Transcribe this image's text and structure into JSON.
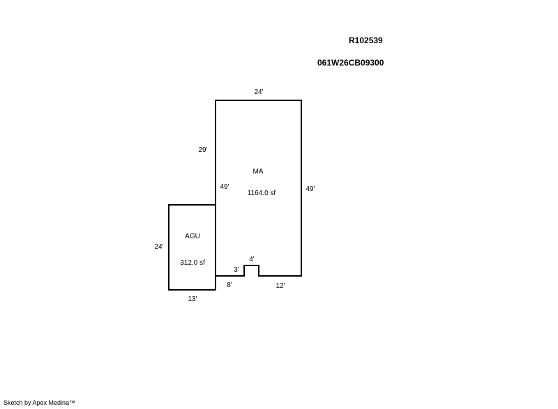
{
  "header": {
    "account_id": "R102539",
    "parcel_id": "061W26CB09300"
  },
  "footer": {
    "credit": "Sketch by Apex Medina™"
  },
  "sketch": {
    "line_color": "#000000",
    "areas": [
      {
        "code": "MA",
        "area": "1164.0 sf",
        "dimensions": {
          "top": "24'",
          "right": "49'",
          "left_upper": "29'",
          "left_lower": "49'",
          "bottom_right": "12'",
          "bump_width": "4'",
          "bump_depth": "3'",
          "bottom_left": "8'"
        }
      },
      {
        "code": "AGU",
        "area": "312.0 sf",
        "dimensions": {
          "left": "24'",
          "bottom": "13'"
        }
      }
    ]
  }
}
